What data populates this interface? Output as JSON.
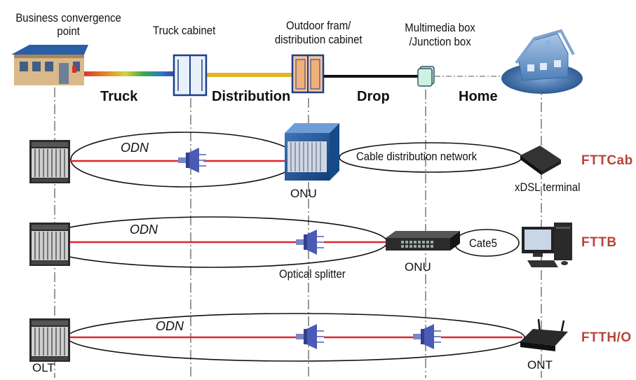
{
  "header": {
    "business_point": "Business convergence point",
    "truck_cabinet": "Truck cabinet",
    "outdoor_cabinet": "Outdoor fram/ distribution cabinet",
    "multimedia_box": "Multimedia box /Junction box"
  },
  "segments": {
    "truck": "Truck",
    "distribution": "Distribution",
    "drop": "Drop",
    "home": "Home"
  },
  "rows": {
    "fttcab": {
      "odn": "ODN",
      "network": "Cable distribution network",
      "onu": "ONU",
      "terminal": "xDSL terminal",
      "tag": "FTTCab"
    },
    "fttb": {
      "odn": "ODN",
      "splitter": "Optical splitter",
      "onu": "ONU",
      "cable": "Cate5",
      "tag": "FTTB"
    },
    "ftth": {
      "odn": "ODN",
      "olt": "OLT",
      "ont": "ONT",
      "tag": "FTTH/O"
    }
  },
  "colors": {
    "fiber": "#e0262a",
    "tag": "#b8443a",
    "splitter": "#4a5bb5"
  }
}
